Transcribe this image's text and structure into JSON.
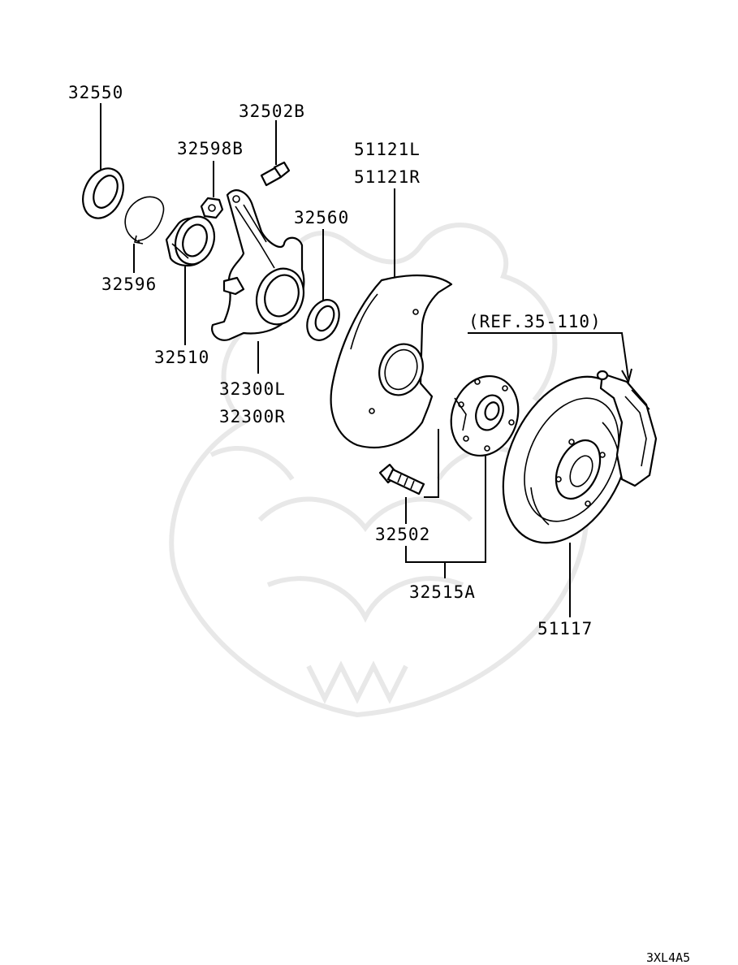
{
  "diagram": {
    "part_labels": {
      "p32550": "32550",
      "p32502B": "32502B",
      "p32598B": "32598B",
      "p51121L": "51121L",
      "p51121R": "51121R",
      "p32560": "32560",
      "p32596": "32596",
      "p32510": "32510",
      "p32300L": "32300L",
      "p32300R": "32300R",
      "ref": "(REF.35-110)",
      "p32502": "32502",
      "p32515A": "32515A",
      "p51117": "51117"
    },
    "drawing_code": "3XL4A5"
  }
}
